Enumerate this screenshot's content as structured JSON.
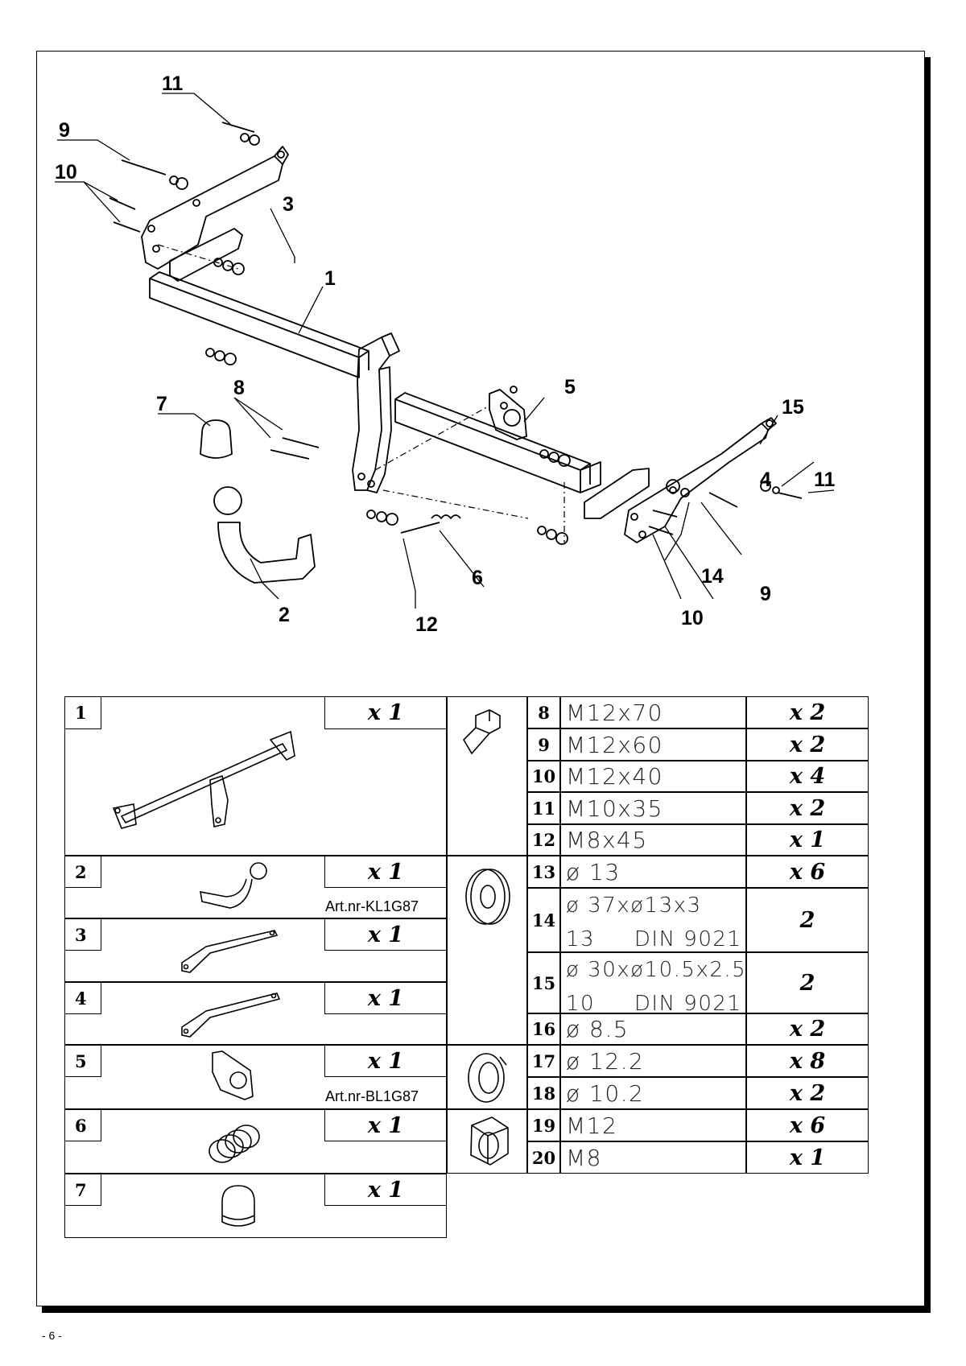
{
  "callouts": {
    "c1": "1",
    "c2": "2",
    "c3": "3",
    "c4": "4",
    "c5": "5",
    "c6": "6",
    "c7": "7",
    "c8": "8",
    "c9a": "9",
    "c9b": "9",
    "c10a": "10",
    "c10b": "10",
    "c11a": "11",
    "c11b": "11",
    "c12": "12",
    "c14": "14",
    "c15": "15"
  },
  "left_parts": [
    {
      "num": "1",
      "qty": "x 1"
    },
    {
      "num": "2",
      "qty": "x 1",
      "art": "Art.nr-KL1G87"
    },
    {
      "num": "3",
      "qty": "x 1"
    },
    {
      "num": "4",
      "qty": "x 1"
    },
    {
      "num": "5",
      "qty": "x 1",
      "art": "Art.nr-BL1G87"
    },
    {
      "num": "6",
      "qty": "x 1"
    },
    {
      "num": "7",
      "qty": "x 1"
    }
  ],
  "right_rows": [
    {
      "num": "8",
      "spec": "M12x70",
      "qty": "x 2"
    },
    {
      "num": "9",
      "spec": "M12x60",
      "qty": "x 2"
    },
    {
      "num": "10",
      "spec": "M12x40",
      "qty": "x 4"
    },
    {
      "num": "11",
      "spec": "M10x35",
      "qty": "x 2"
    },
    {
      "num": "12",
      "spec": "M8x45",
      "qty": "x 1"
    },
    {
      "num": "13",
      "spec": "ø 13",
      "qty": "x 6"
    },
    {
      "num": "14",
      "spec1": "ø 37xø13x3",
      "spec2": "13     DIN 9021",
      "qty": "2"
    },
    {
      "num": "15",
      "spec1": "ø 30xø10.5x2.5",
      "spec2": "10     DIN 9021",
      "qty": "2"
    },
    {
      "num": "16",
      "spec": "ø 8.5",
      "qty": "x 2"
    },
    {
      "num": "17",
      "spec": "ø 12.2",
      "qty": "x 8"
    },
    {
      "num": "18",
      "spec": "ø 10.2",
      "qty": "x 2"
    },
    {
      "num": "19",
      "spec": "M12",
      "qty": "x 6"
    },
    {
      "num": "20",
      "spec": "M8",
      "qty": "x 1"
    }
  ],
  "icons": [
    "bolt-icon",
    "washer-icon",
    "spring-washer-icon",
    "nut-icon"
  ],
  "page_number": "- 6 -"
}
